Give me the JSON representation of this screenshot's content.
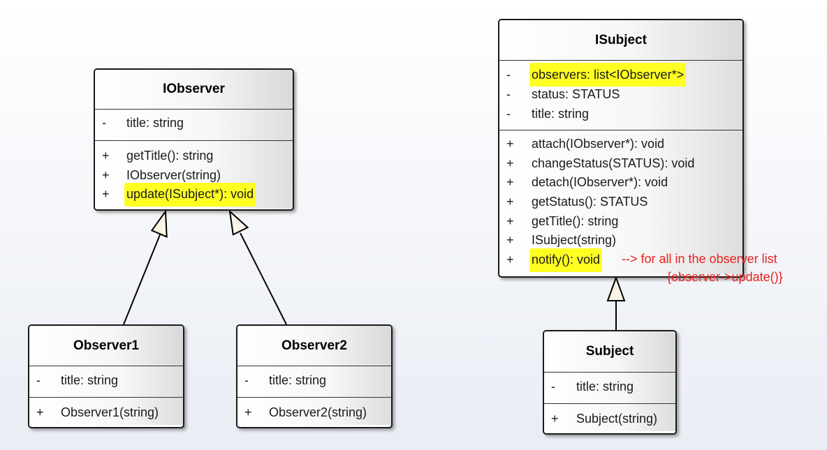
{
  "classes": {
    "iobserver": {
      "name": "IObserver",
      "attributes": [
        {
          "vis": "-",
          "text": "title: string"
        }
      ],
      "operations": [
        {
          "vis": "+",
          "text": "getTitle(): string"
        },
        {
          "vis": "+",
          "text": "IObserver(string)"
        },
        {
          "vis": "+",
          "text": "update(ISubject*): void"
        }
      ]
    },
    "observer1": {
      "name": "Observer1",
      "attributes": [
        {
          "vis": "-",
          "text": "title: string"
        }
      ],
      "operations": [
        {
          "vis": "+",
          "text": "Observer1(string)"
        }
      ]
    },
    "observer2": {
      "name": "Observer2",
      "attributes": [
        {
          "vis": "-",
          "text": "title: string"
        }
      ],
      "operations": [
        {
          "vis": "+",
          "text": "Observer2(string)"
        }
      ]
    },
    "isubject": {
      "name": "ISubject",
      "attributes": [
        {
          "vis": "-",
          "text": "observers: list<IObserver*>"
        },
        {
          "vis": "-",
          "text": "status: STATUS"
        },
        {
          "vis": "-",
          "text": "title: string"
        }
      ],
      "operations": [
        {
          "vis": "+",
          "text": "attach(IObserver*): void"
        },
        {
          "vis": "+",
          "text": "changeStatus(STATUS): void"
        },
        {
          "vis": "+",
          "text": "detach(IObserver*): void"
        },
        {
          "vis": "+",
          "text": "getStatus(): STATUS"
        },
        {
          "vis": "+",
          "text": "getTitle(): string"
        },
        {
          "vis": "+",
          "text": "ISubject(string)"
        },
        {
          "vis": "+",
          "text": "notify(): void"
        }
      ]
    },
    "subject": {
      "name": "Subject",
      "attributes": [
        {
          "vis": "-",
          "text": "title: string"
        }
      ],
      "operations": [
        {
          "vis": "+",
          "text": "Subject(string)"
        }
      ]
    }
  },
  "annotation": {
    "line1": "--> for all in the observer list",
    "line2": "{observer->update()}"
  },
  "colors": {
    "highlight": "#ffff22",
    "annotation": "#e8221c",
    "arrowhead_fill": "#faf4e4"
  }
}
